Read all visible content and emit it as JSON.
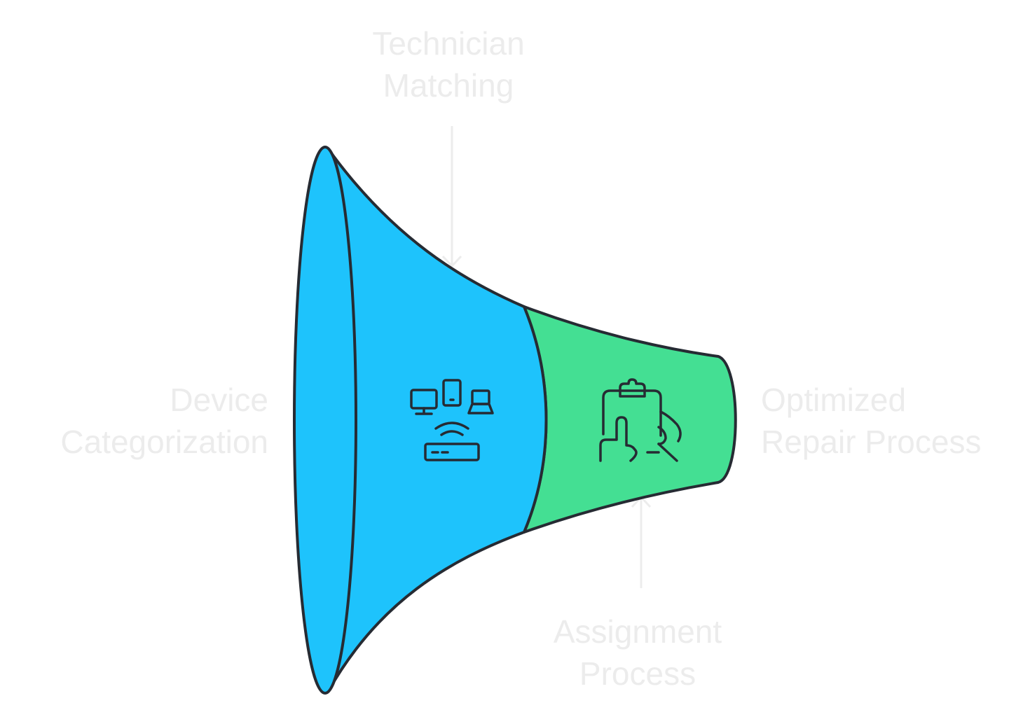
{
  "diagram": {
    "stages": [
      {
        "id": "technician",
        "lines": [
          "Technician",
          "Matching"
        ]
      },
      {
        "id": "device",
        "lines": [
          "Device",
          "Categorization"
        ]
      },
      {
        "id": "optimized",
        "lines": [
          "Optimized",
          "Repair Process"
        ]
      },
      {
        "id": "assignment",
        "lines": [
          "Assignment",
          "Process"
        ]
      }
    ],
    "icons": {
      "blue_segment": "connected-devices-icon",
      "green_segment": "clipboard-hand-icon"
    },
    "colors": {
      "blue_segment": "#1ec3fc",
      "green_segment": "#44df93",
      "outline": "#262b33",
      "label_text": "#ececec",
      "connector": "#ececec"
    }
  }
}
